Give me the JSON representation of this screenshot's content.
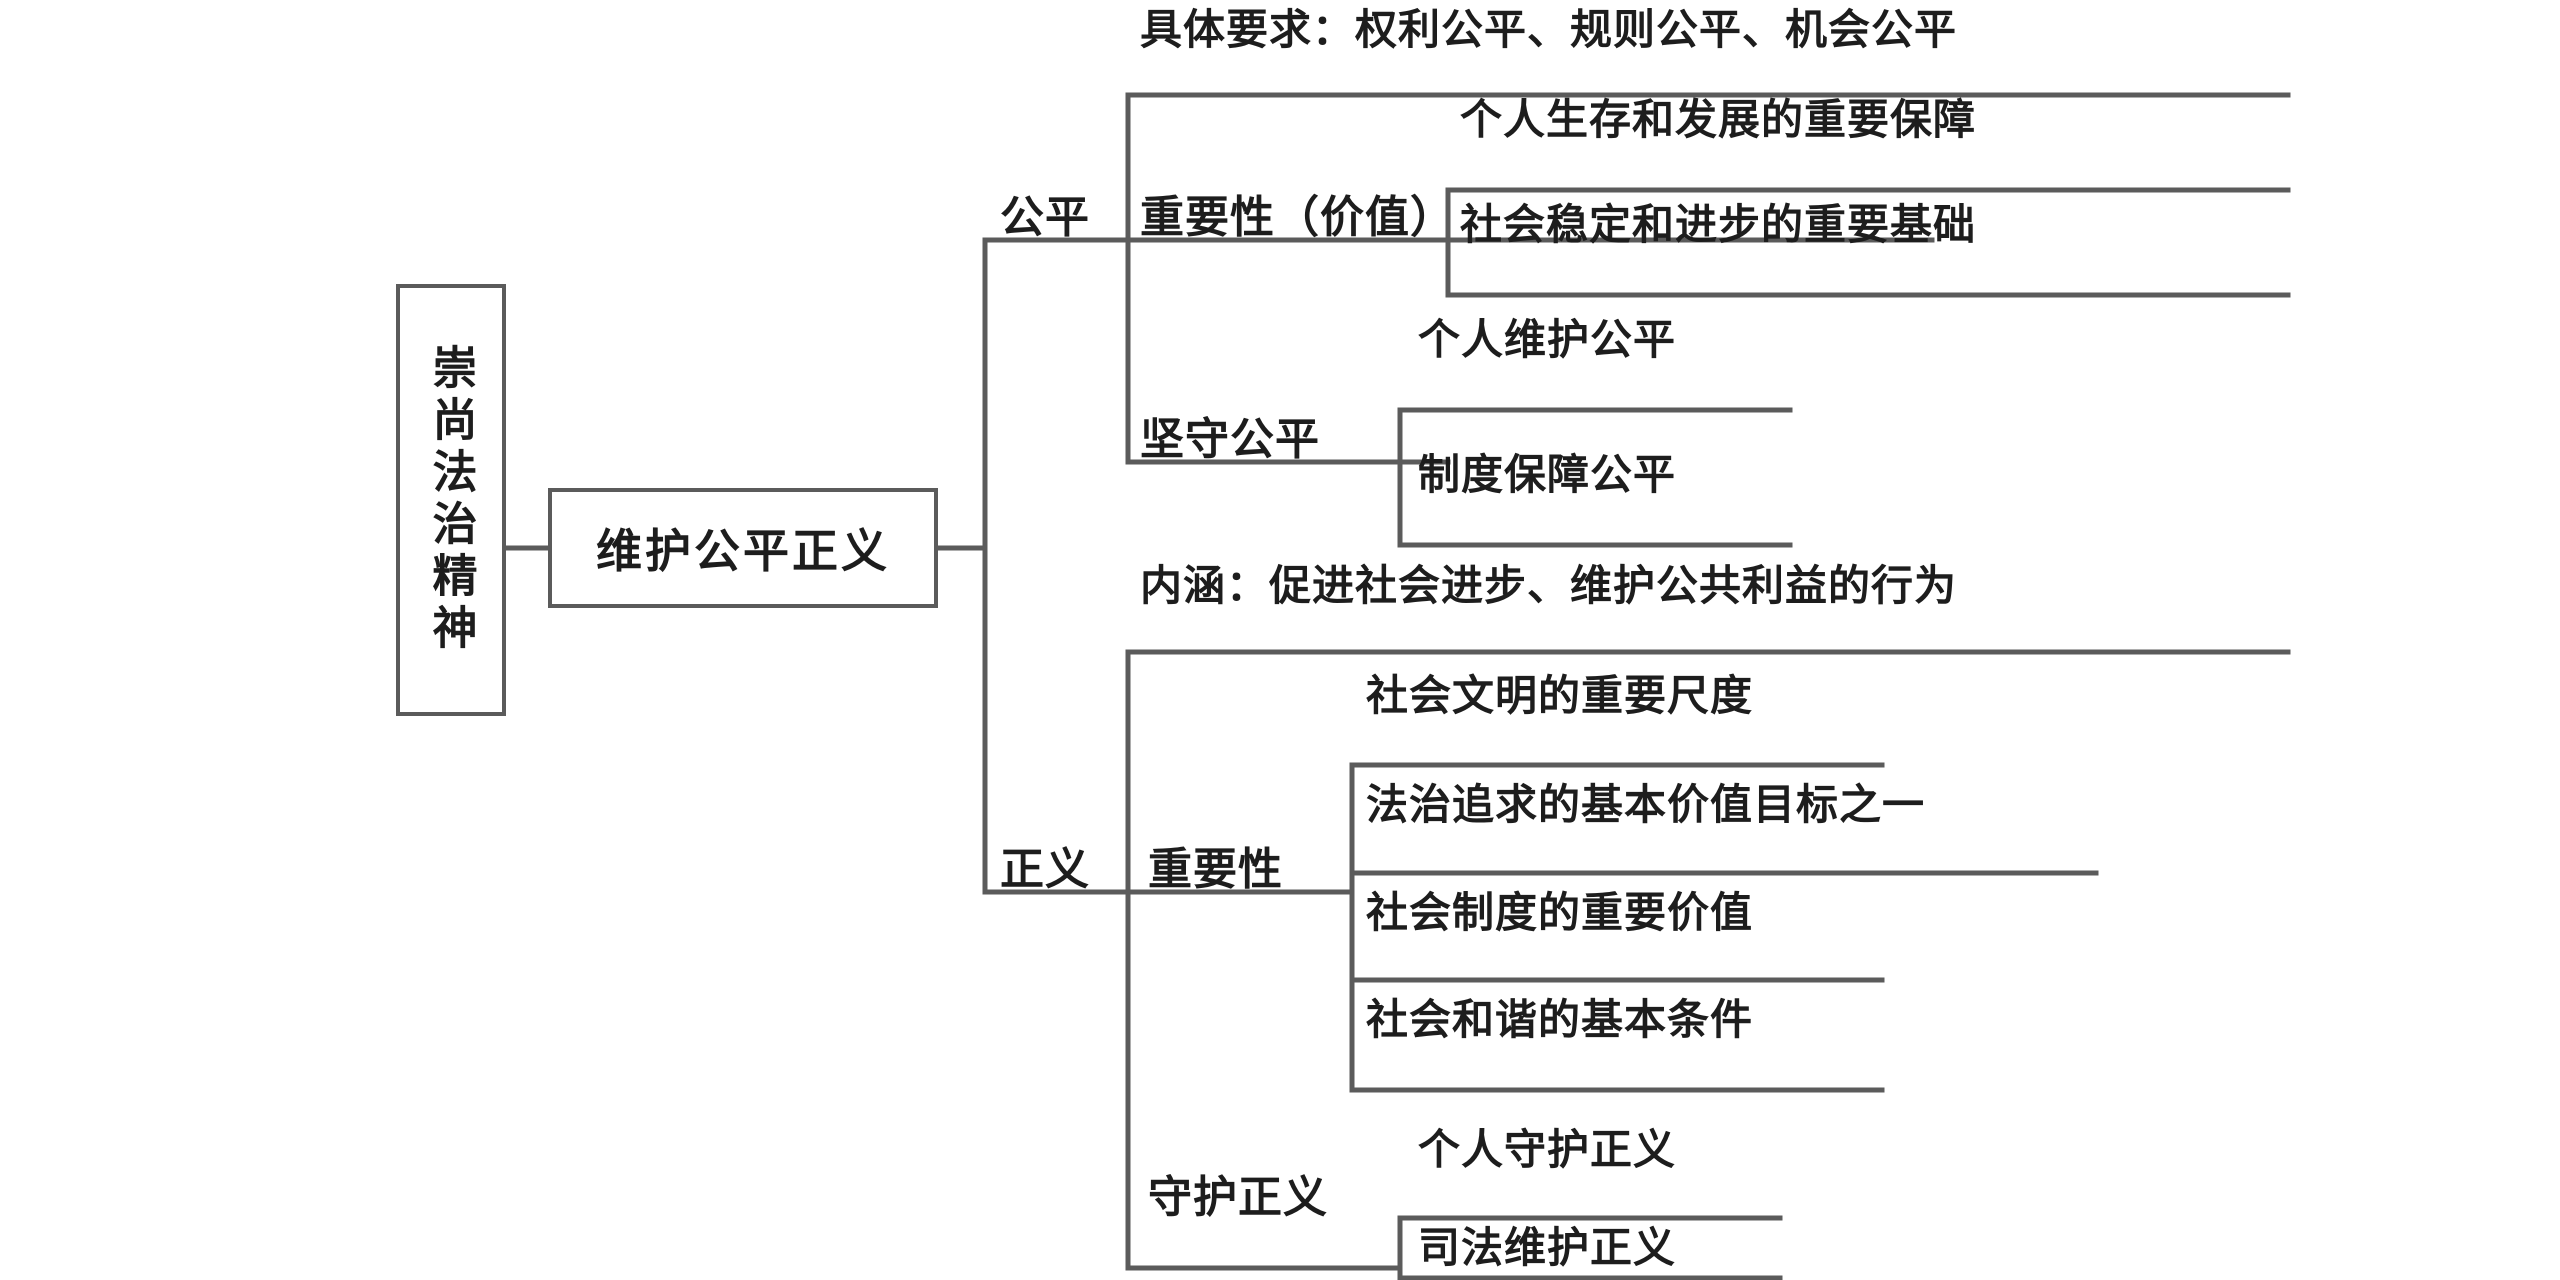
{
  "diagram": {
    "type": "tree-mindmap",
    "title": "崇尚法治精神 知识结构图",
    "root": {
      "label": "崇尚法治精神"
    },
    "level2": {
      "label": "维护公平正义"
    },
    "branches": [
      {
        "label": "公平",
        "children": [
          {
            "label": "具体要求：权利公平、规则公平、机会公平",
            "children": []
          },
          {
            "label": "重要性（价值）",
            "children": [
              {
                "label": "个人生存和发展的重要保障"
              },
              {
                "label": "社会稳定和进步的重要基础"
              }
            ]
          },
          {
            "label": "坚守公平",
            "children": [
              {
                "label": "个人维护公平"
              },
              {
                "label": "制度保障公平"
              }
            ]
          }
        ]
      },
      {
        "label": "正义",
        "children": [
          {
            "label": "内涵：促进社会进步、维护公共利益的行为",
            "children": []
          },
          {
            "label": "重要性",
            "children": [
              {
                "label": "社会文明的重要尺度"
              },
              {
                "label": "法治追求的基本价值目标之一"
              },
              {
                "label": "社会制度的重要价值"
              },
              {
                "label": "社会和谐的基本条件"
              }
            ]
          },
          {
            "label": "守护正义",
            "children": [
              {
                "label": "个人守护正义"
              },
              {
                "label": "司法维护正义"
              }
            ]
          }
        ]
      }
    ],
    "colors": {
      "background": "#ffffff",
      "stroke": "#5b5b5b",
      "text": "#1d1d1d"
    }
  }
}
